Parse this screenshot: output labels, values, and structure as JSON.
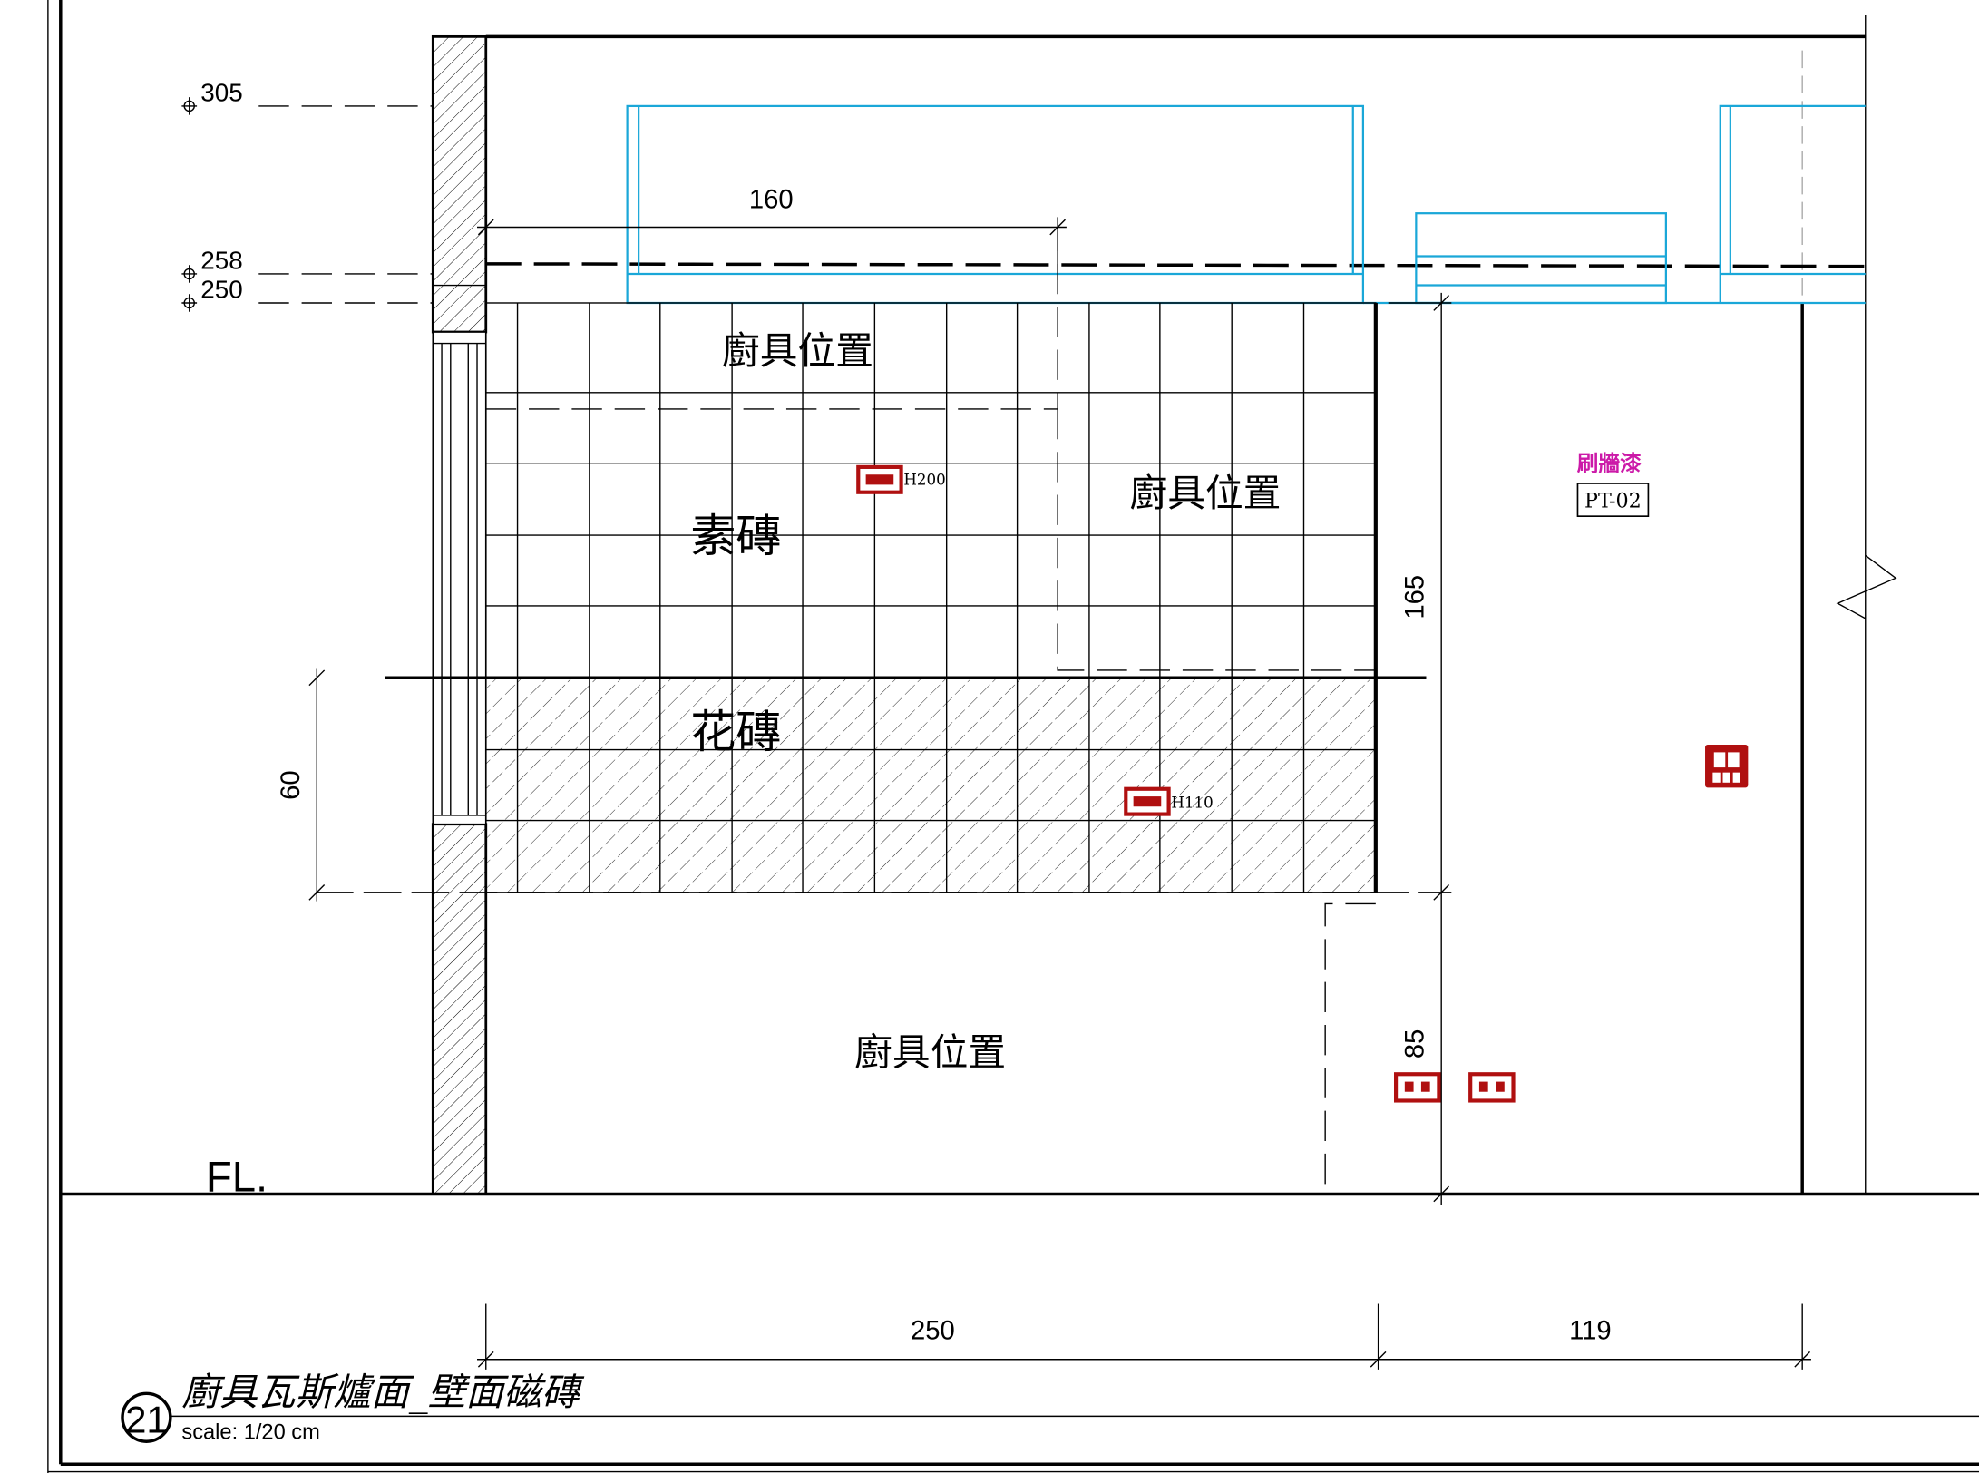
{
  "drawing": {
    "number": "21",
    "title": "廚具瓦斯爐面_壁面磁磚",
    "scale": "scale: 1/20 cm",
    "floor_label": "FL."
  },
  "levels": [
    {
      "label": "305"
    },
    {
      "label": "258"
    },
    {
      "label": "250"
    }
  ],
  "dimensions": {
    "upper_width": "160",
    "tile_height": "165",
    "pattern_height": "60",
    "counter_height": "85",
    "bottom_left": "250",
    "bottom_right": "119"
  },
  "labels": {
    "cabinet_top_left": "廚具位置",
    "cabinet_mid_right": "廚具位置",
    "cabinet_bottom": "廚具位置",
    "plain_tile": "素磚",
    "pattern_tile": "花磚",
    "paint": "刷牆漆",
    "paint_code": "PT-02"
  },
  "outlets": [
    {
      "label": "H200"
    },
    {
      "label": "H110"
    }
  ],
  "colors": {
    "cabinet_outline": "#1aa7d8",
    "outlet": "#b01010",
    "paint_label": "#cc1aa8"
  }
}
